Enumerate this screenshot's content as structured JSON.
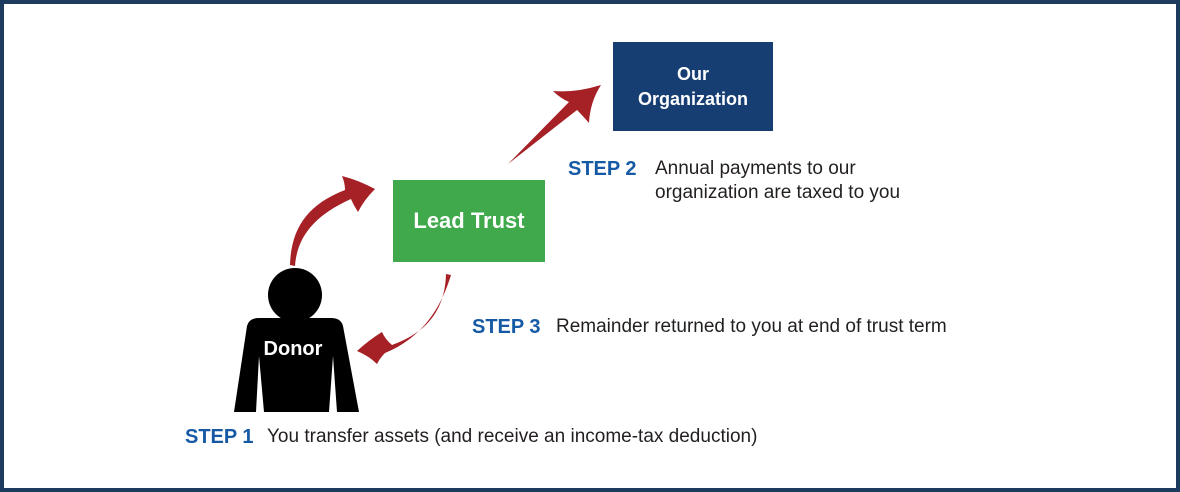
{
  "org_box": {
    "line1": "Our",
    "line2": "Organization"
  },
  "lead_trust_box": {
    "label": "Lead Trust"
  },
  "donor_figure": {
    "label": "Donor"
  },
  "steps": {
    "step1": {
      "label": "STEP 1",
      "text": "You transfer assets (and receive an income-tax deduction)"
    },
    "step2": {
      "label": "STEP 2",
      "line1": "Annual payments to our",
      "line2": "organization are taxed to you"
    },
    "step3": {
      "label": "STEP 3",
      "text": "Remainder returned to you at end of trust term"
    }
  },
  "colors": {
    "frame_border": "#1c3b5e",
    "organization_box": "#173e72",
    "lead_trust_box": "#3fa94b",
    "arrow_red": "#a62126",
    "step_label_blue": "#1659a4",
    "body_text": "#231f20",
    "donor_silhouette": "#000000",
    "box_text": "#ffffff"
  },
  "icons": {
    "donor": "person-silhouette-icon",
    "arrow_step1": "curved-arrow-donor-to-lead-trust",
    "arrow_step2": "straight-arrow-lead-trust-to-organization",
    "arrow_step3": "curved-arrow-lead-trust-to-donor"
  }
}
